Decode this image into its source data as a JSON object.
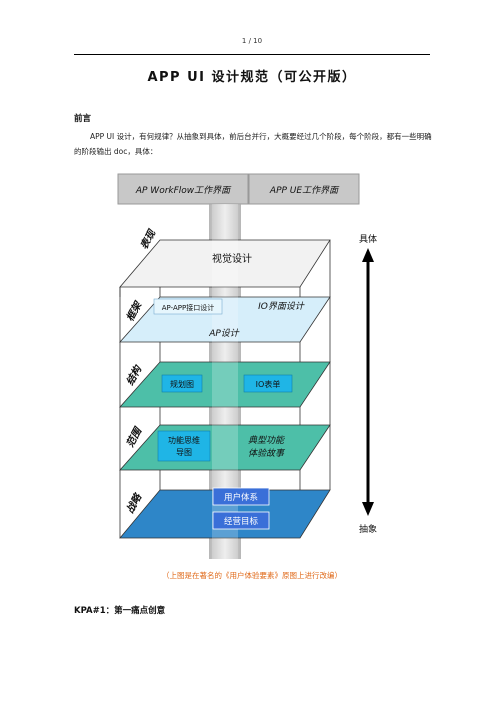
{
  "page": {
    "number": "1 / 10"
  },
  "document": {
    "title": "APP UI 设计规范（可公开版）",
    "preface_heading": "前言",
    "preface_text": "APP UI 设计，有何规律？从抽象到具体，前后台并行，大概要经过几个阶段，每个阶段，都有一些明确的阶段输出 doc，具体：",
    "caption": "（上图是在著名的《用户体验要素》原图上进行改编）",
    "kpa_heading": "KPA#1：第一痛点创意"
  },
  "diagram": {
    "header_left": "AP WorkFlow工作界面",
    "header_right": "APP UE工作界面",
    "top_label": "具体",
    "bottom_label": "抽象",
    "layers": {
      "surface": "表现",
      "skeleton": "框架",
      "structure": "结构",
      "scope": "范围",
      "strategy": "战略"
    },
    "boxes": {
      "visual_design": "视觉设计",
      "ap_app_interface": "AP-APP接口设计",
      "io_interface": "IO界面设计",
      "ap_design": "AP设计",
      "planning_chart": "规划图",
      "io_table": "IO表单",
      "function_mindmap_l1": "功能思维",
      "function_mindmap_l2": "导图",
      "typical_story_l1": "典型功能",
      "typical_story_l2": "体验故事",
      "user_system": "用户体系",
      "business_goal": "经营目标"
    },
    "colors": {
      "sky_layer": "#d6eefa",
      "teal_layer": "#4dbfa8",
      "cyan_box": "#1fb5e6",
      "strategy_layer": "#2e86c8",
      "blue_box": "#3a6fd8",
      "caption": "#e06a1a"
    }
  }
}
